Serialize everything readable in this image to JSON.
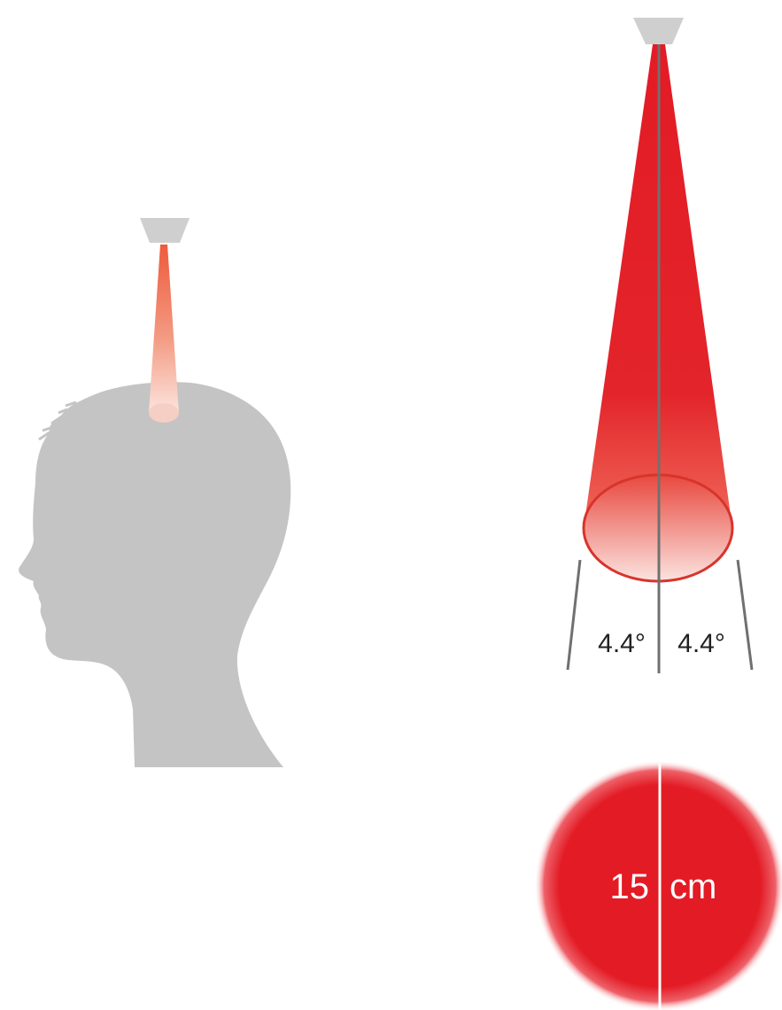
{
  "beam": {
    "half_angle_left": "4.4°",
    "half_angle_right": "4.4°"
  },
  "spot": {
    "diameter_value": "15",
    "diameter_unit": "cm"
  },
  "colors": {
    "fixture": "#cfcfcf",
    "silhouette": "#c4c4c4",
    "beam_red": "#e31b25",
    "beam_ellipse_outline": "#d8342c",
    "small_beam_orange": "#ee6a4b",
    "axis_line": "#707070"
  },
  "icons": {
    "fixture": "spotlight-icon",
    "head": "head-silhouette-icon"
  }
}
